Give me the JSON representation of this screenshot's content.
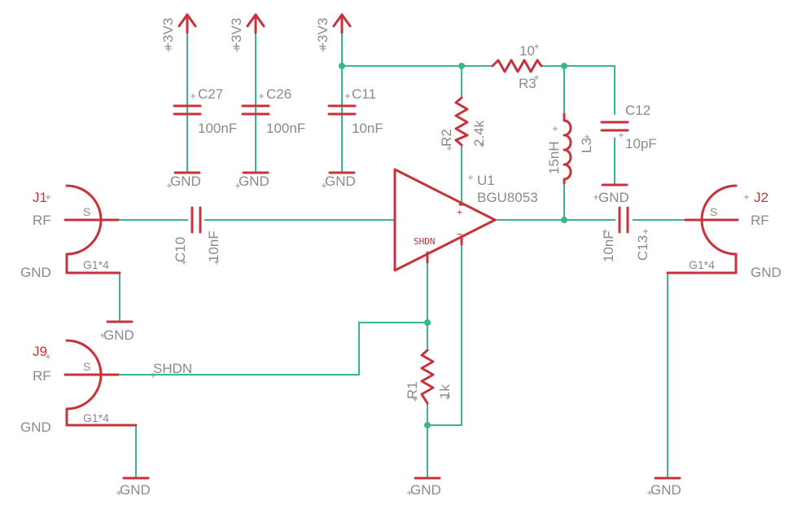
{
  "power_labels": {
    "c27": "+3V3",
    "c26": "+3V3",
    "c11": "+3V3"
  },
  "gnd_labels": {
    "c27": "GND",
    "c26": "GND",
    "c11": "GND",
    "c12": "GND",
    "j1": "GND",
    "j1_pin": "GND",
    "j9_pin": "GND",
    "j9": "GND",
    "r1": "GND",
    "j2_pin": "GND",
    "j2": "GND"
  },
  "capacitors": {
    "c27": {
      "name": "C27",
      "value": "100nF"
    },
    "c26": {
      "name": "C26",
      "value": "100nF"
    },
    "c11": {
      "name": "C11",
      "value": "10nF"
    },
    "c12": {
      "name": "C12",
      "value": "10pF"
    },
    "c10": {
      "name": "C10",
      "value": "10nF"
    },
    "c13": {
      "name": "C13",
      "value": "10nF"
    }
  },
  "resistors": {
    "r3": {
      "name": "R3",
      "value": "10"
    },
    "r2": {
      "name": "R2",
      "value": "2.4k"
    },
    "r1": {
      "name": "R1",
      "value": "1k"
    }
  },
  "inductor": {
    "name": "L3",
    "value": "15nH"
  },
  "amplifier": {
    "name": "U1",
    "part": "BGU8053",
    "pin_shdn": "SHDN",
    "pin_plus": "+",
    "pin_minus": "−"
  },
  "connectors": {
    "j1": {
      "name": "J1",
      "signal": "RF",
      "pin_s": "S",
      "pin_g": "G1*4"
    },
    "j9": {
      "name": "J9",
      "signal": "RF",
      "pin_s": "S",
      "pin_g": "G1*4"
    },
    "j2": {
      "name": "J2",
      "signal": "RF",
      "pin_s": "S",
      "pin_g": "G1*4"
    }
  },
  "nets": {
    "shdn": "SHDN"
  }
}
